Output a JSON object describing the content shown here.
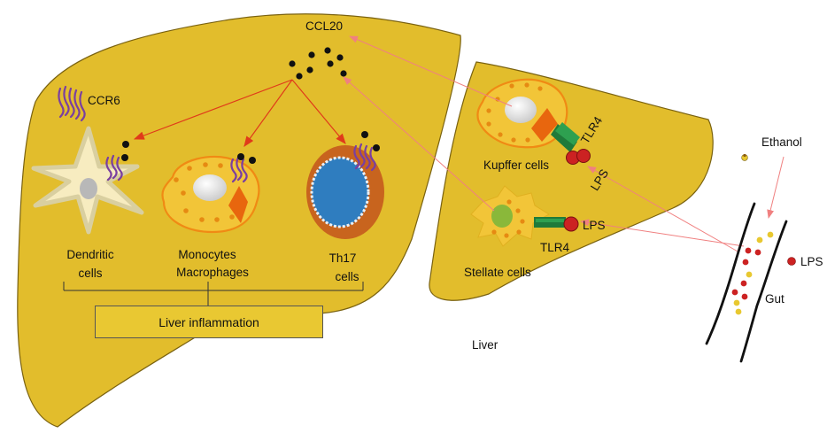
{
  "labels": {
    "ccl20": "CCL20",
    "ccr6": "CCR6",
    "dendritic_line1": "Dendritic",
    "dendritic_line2": "cells",
    "monocytes_line1": "Monocytes",
    "monocytes_line2": "Macrophages",
    "th17_line1": "Th17",
    "th17_line2": "cells",
    "liver_inflammation": "Liver inflammation",
    "kupffer_cells": "Kupffer cells",
    "tlr4_kupffer": "TLR4",
    "lps_kupffer": "LPS",
    "stellate_cells": "Stellate cells",
    "tlr4_stellate": "TLR4",
    "lps_stellate": "LPS",
    "ethanol": "Ethanol",
    "lps_gut": "LPS",
    "gut": "Gut",
    "liver": "Liver"
  },
  "colors": {
    "liver_fill": "#e2bd2c",
    "liver_stroke": "#7a6210",
    "cell_fill": "#f2c538",
    "cell_edge": "#f08a14",
    "ccr6_purple": "#7a3fa0",
    "tlr4_green": "#1f7a3a",
    "lps_red": "#cc2222",
    "th17_outer": "#c8641e",
    "th17_inner": "#2f7dbf",
    "arrow_red": "#e03a1a",
    "arrow_pink": "#f08080"
  }
}
